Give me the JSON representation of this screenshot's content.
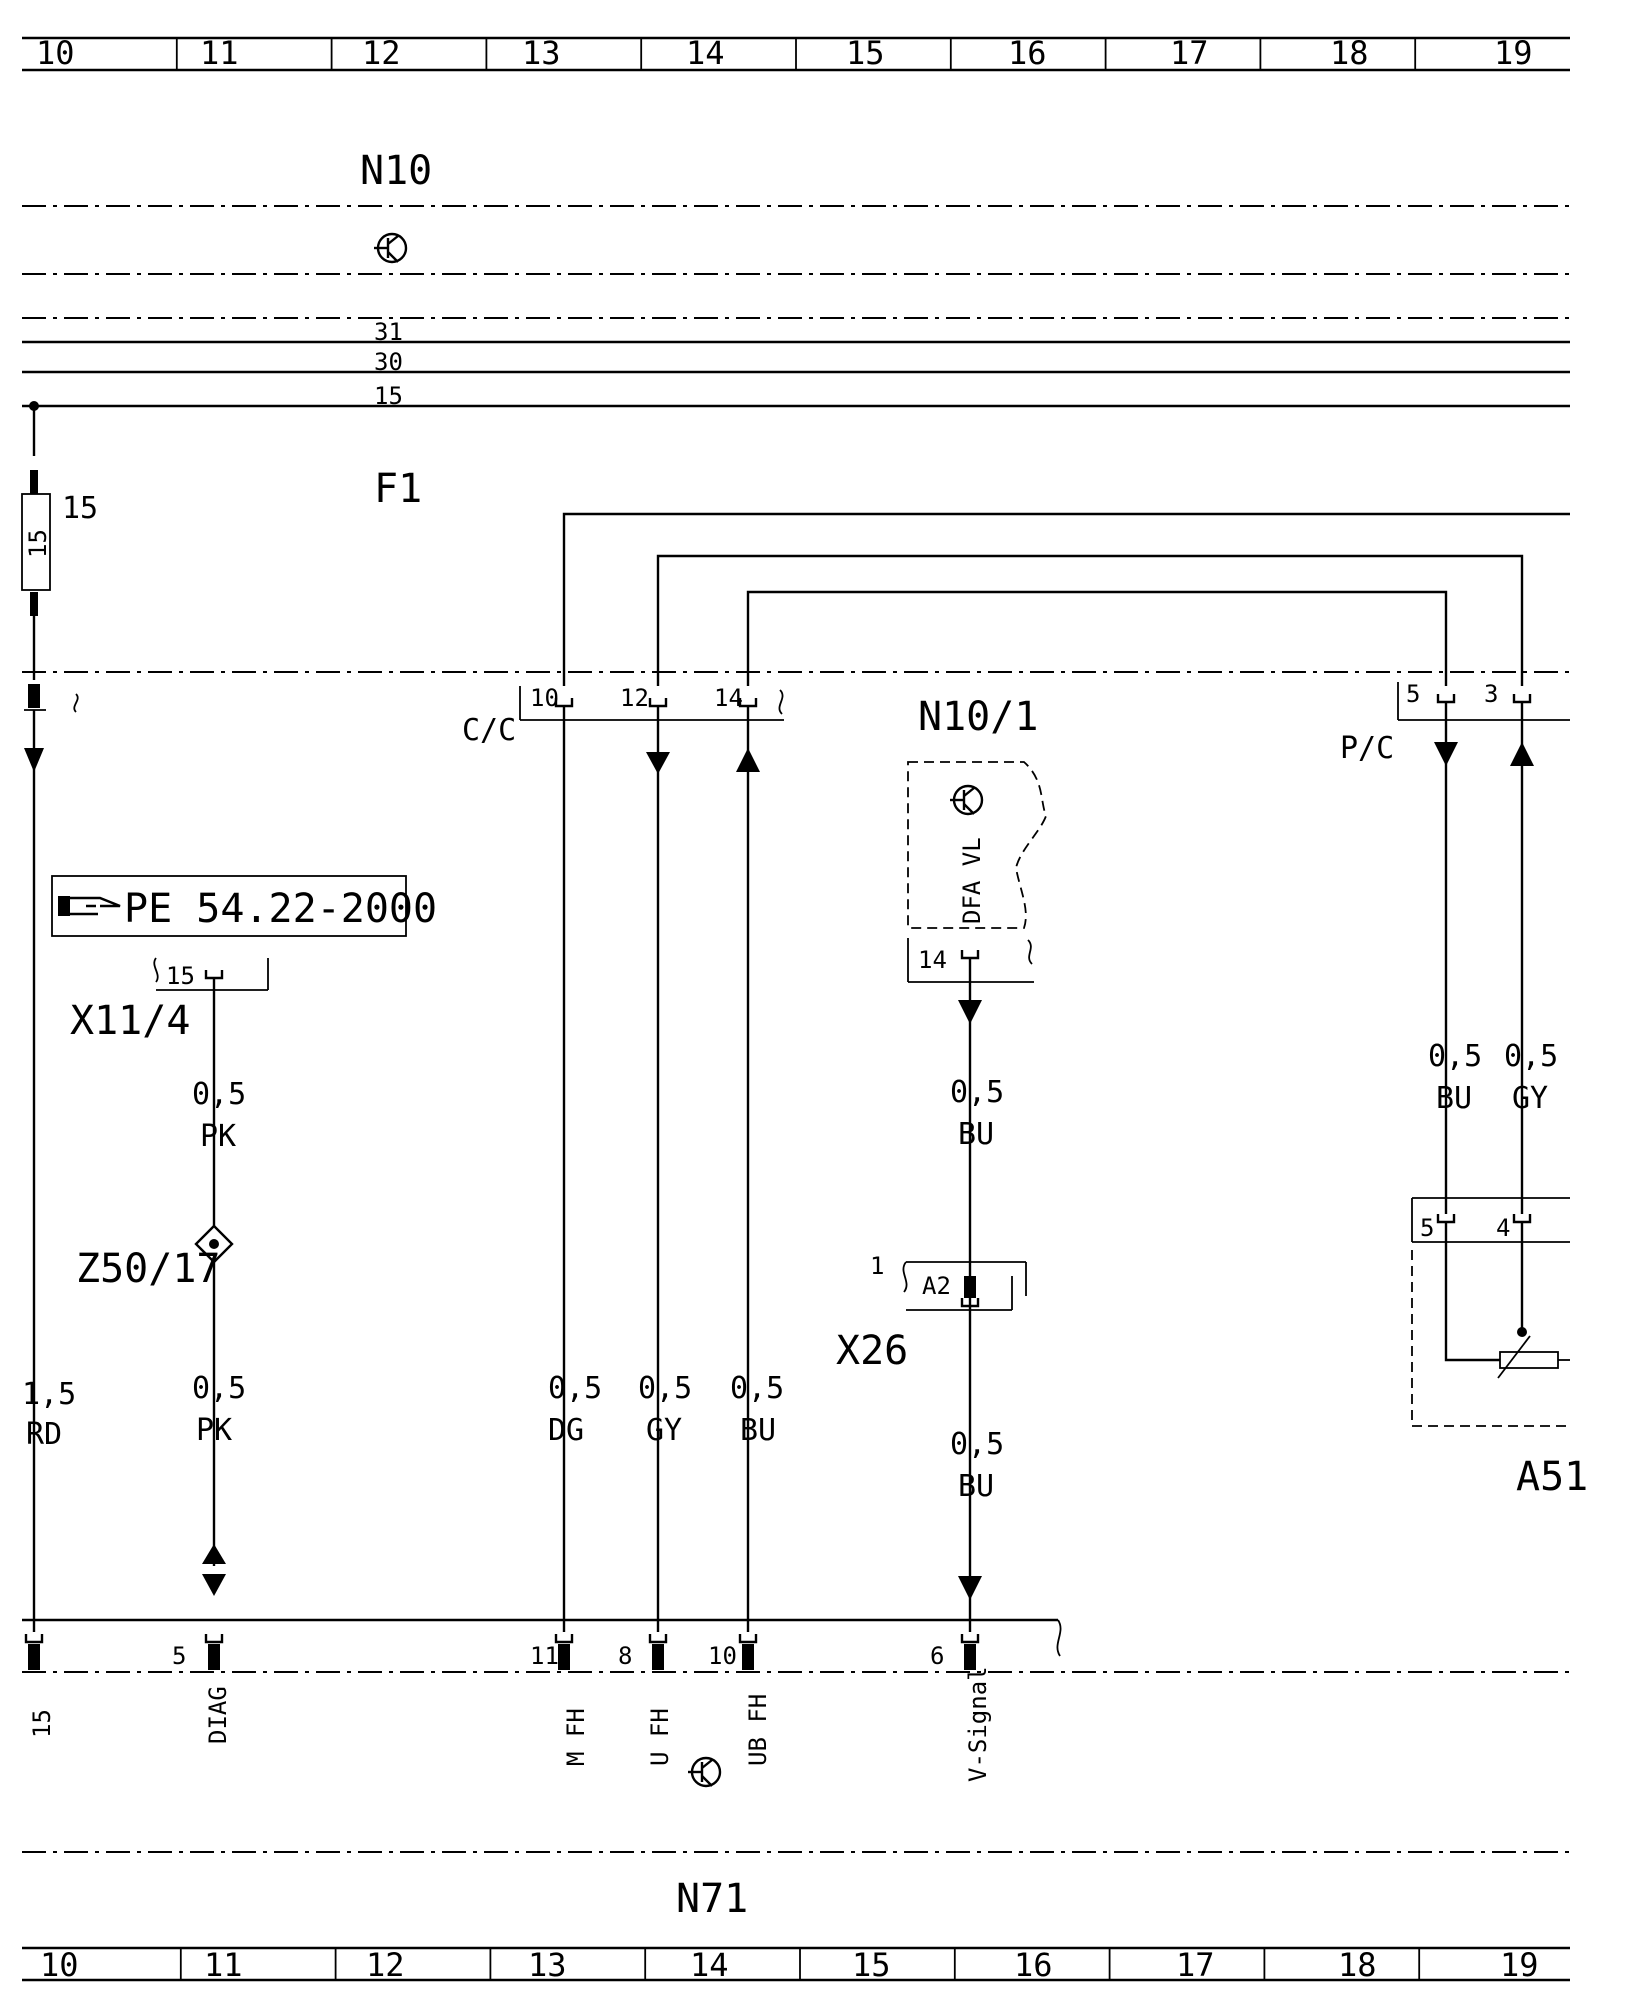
{
  "grid_columns": [
    "10",
    "11",
    "12",
    "13",
    "14",
    "15",
    "16",
    "17",
    "18",
    "19"
  ],
  "components": {
    "n10": {
      "label": "N10"
    },
    "n10_1": {
      "label": "N10/1",
      "inner": "DFA VL",
      "pin": "14"
    },
    "n71": {
      "label": "N71"
    },
    "f1": {
      "label": "F1",
      "fuse": "15",
      "fuse_rating": "15"
    },
    "a51": {
      "label": "A51",
      "pins": [
        "5",
        "4"
      ]
    },
    "x11_4": {
      "label": "X11/4",
      "pin": "15"
    },
    "z50_17": {
      "label": "Z50/17"
    },
    "x26": {
      "label": "X26",
      "pin": "1",
      "code": "A2"
    },
    "cc": {
      "label": "C/C",
      "pins": [
        "10",
        "12",
        "14"
      ]
    },
    "pc": {
      "label": "P/C",
      "pins": [
        "5",
        "3"
      ]
    },
    "reference": {
      "text": "PE 54.22-2000"
    }
  },
  "bus_lines": [
    "31",
    "30",
    "15"
  ],
  "wires": {
    "f1_rd": {
      "size": "1,5",
      "color": "RD"
    },
    "pk_upper": {
      "size": "0,5",
      "color": "PK"
    },
    "pk_lower": {
      "size": "0,5",
      "color": "PK"
    },
    "dg": {
      "size": "0,5",
      "color": "DG"
    },
    "gy": {
      "size": "0,5",
      "color": "GY"
    },
    "bu": {
      "size": "0,5",
      "color": "BU"
    },
    "n101_upper": {
      "size": "0,5",
      "color": "BU"
    },
    "n101_lower": {
      "size": "0,5",
      "color": "BU"
    },
    "a51_bu": {
      "size": "0,5",
      "color": "BU"
    },
    "a51_gy": {
      "size": "0,5",
      "color": "GY"
    }
  },
  "n71_pins": [
    {
      "num": "",
      "name": "15"
    },
    {
      "num": "5",
      "name": "DIAG"
    },
    {
      "num": "11",
      "name": "M FH"
    },
    {
      "num": "8",
      "name": "U FH"
    },
    {
      "num": "10",
      "name": "UB FH"
    },
    {
      "num": "6",
      "name": "V-Signal"
    }
  ]
}
